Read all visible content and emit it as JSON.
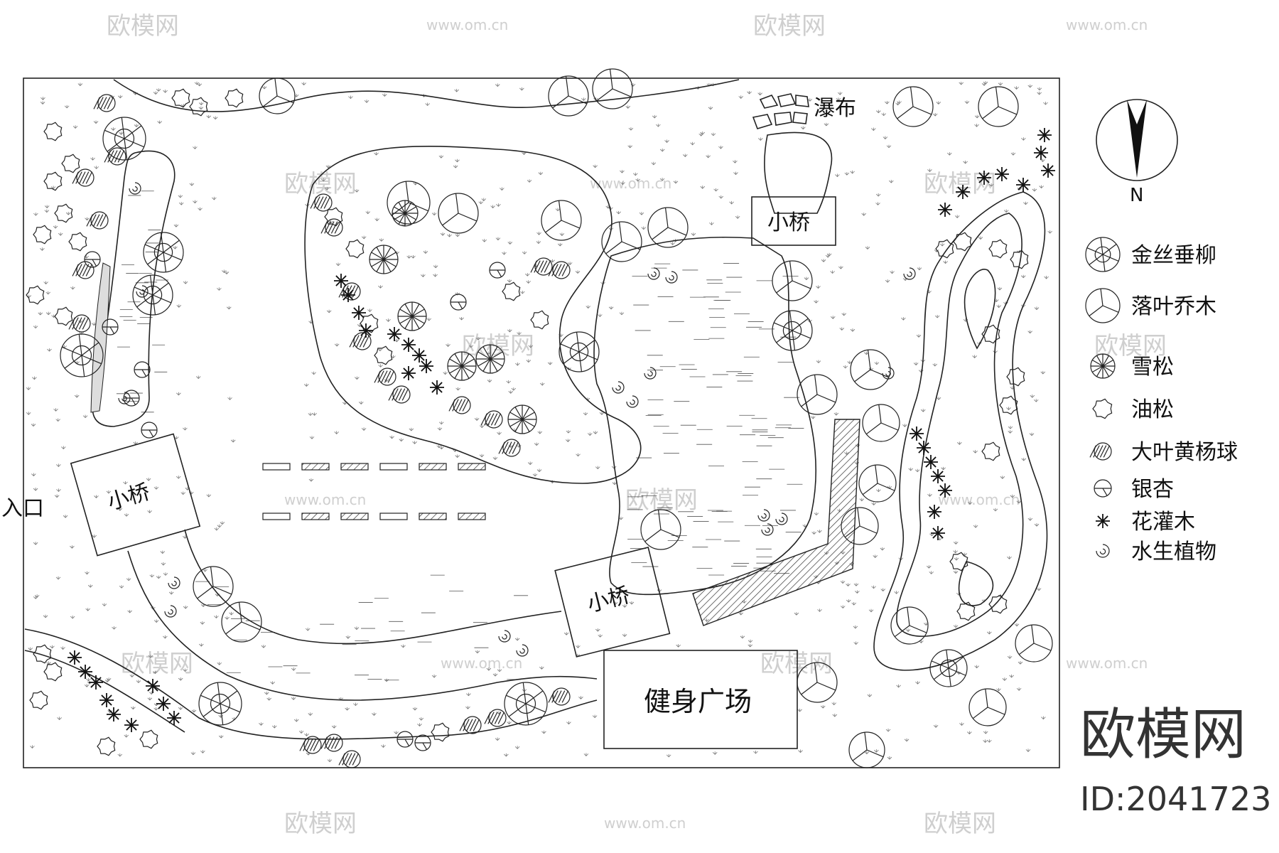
{
  "labels": {
    "entrance": "入口",
    "waterfall": "瀑布",
    "bridge_top": "小桥",
    "bridge_left": "小桥",
    "bridge_bottom": "小桥",
    "plaza": "健身广场",
    "north": "N"
  },
  "legend": [
    {
      "symbol": "willow",
      "text": "金丝垂柳"
    },
    {
      "symbol": "deciduous",
      "text": "落叶乔木"
    },
    {
      "symbol": "cedar",
      "text": "雪松"
    },
    {
      "symbol": "pine",
      "text": "油松"
    },
    {
      "symbol": "boxwood",
      "text": "大叶黄杨球"
    },
    {
      "symbol": "ginkgo",
      "text": "银杏"
    },
    {
      "symbol": "shrub",
      "text": "花灌木"
    },
    {
      "symbol": "aquatic",
      "text": "水生植物"
    }
  ],
  "watermark": {
    "brand": "欧模网",
    "url": "www.om.cn",
    "id": "ID:2041723"
  },
  "colors": {
    "line": "#222222",
    "watermark": "#cfcfcf",
    "background": "#ffffff"
  }
}
